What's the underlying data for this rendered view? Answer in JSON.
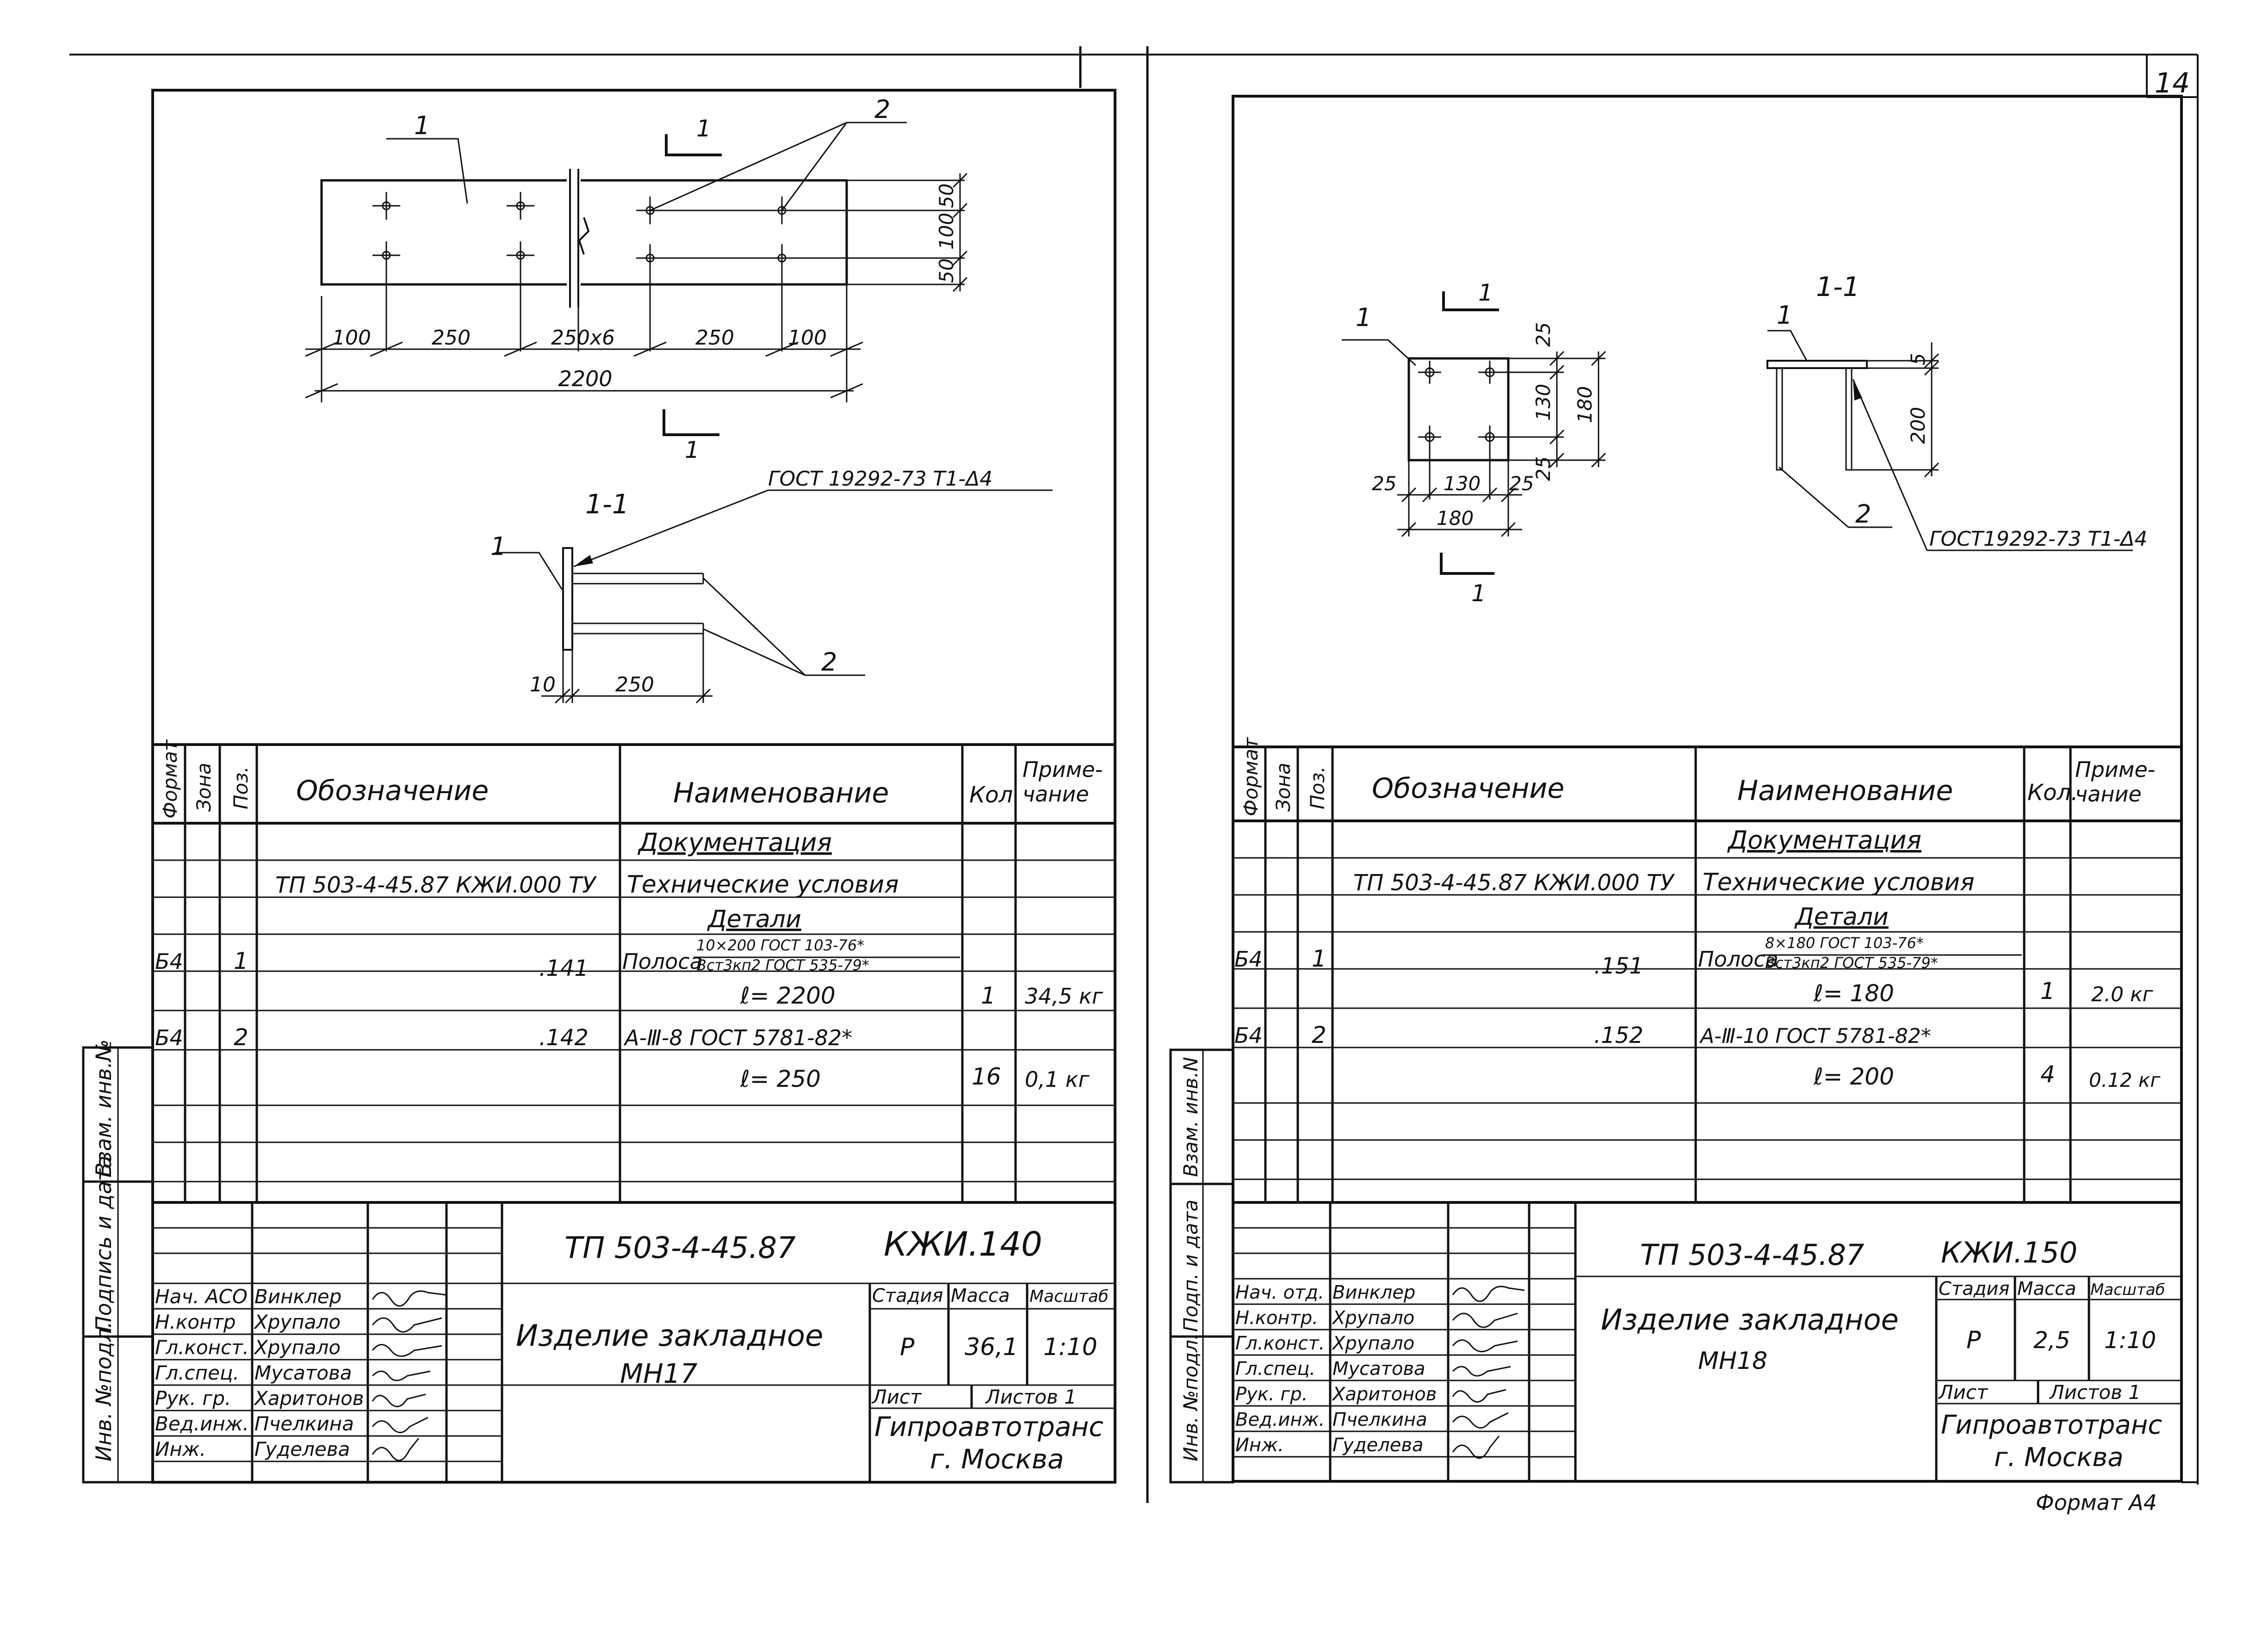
{
  "page_number": "14",
  "format_label": "Формат А4",
  "margin_labels": [
    "Инв. №подл.",
    "Подпись и дата",
    "Взам. инв.№"
  ],
  "margin_labels_right": [
    "Инв. №подл.",
    "Подп. и дата",
    "Взам. инв.N"
  ],
  "left": {
    "drawing": {
      "dims": {
        "d100a": "100",
        "d250a": "250",
        "d250x6": "250х6",
        "d250b": "250",
        "d100b": "100",
        "total": "2200",
        "v50a": "50",
        "v100": "100",
        "v50b": "50",
        "sec10": "10",
        "sec250": "250"
      },
      "marks": {
        "p1": "1",
        "p2": "2",
        "cut": "1",
        "cut2": "1",
        "sec_title": "1-1",
        "sec_p1": "1",
        "sec_p2": "2"
      },
      "weld_note": "ГОСТ 19292-73 Т1-Δ4"
    },
    "spec": {
      "headers": {
        "format": "Формат",
        "zone": "Зона",
        "pos": "Поз.",
        "designation": "Обозначение",
        "name": "Наименование",
        "qty": "Кол.",
        "note": "Приме-\nчание"
      },
      "doc_section": "Документация",
      "doc_row": {
        "designation": "ТП 503-4-45.87  КЖИ.000 ТУ",
        "name": "Технические условия"
      },
      "details_section": "Детали",
      "rows": [
        {
          "format": "Б4",
          "pos": "1",
          "designation": ".141",
          "name_prefix": "Полоса",
          "name_top": "10×200 ГОСТ 103-76*",
          "name_bottom": "Вст3кп2 ГОСТ 535-79*",
          "length": "ℓ= 2200",
          "qty": "1",
          "note": "34,5 кг"
        },
        {
          "format": "Б4",
          "pos": "2",
          "designation": ".142",
          "name": "А-Ⅲ-8  ГОСТ 5781-82*",
          "length": "ℓ= 250",
          "qty": "16",
          "note": "0,1 кг"
        }
      ]
    },
    "title_block": {
      "code": "ТП 503-4-45.87",
      "mark": "КЖИ.140",
      "product": "Изделие закладное",
      "product_sub": "МН17",
      "stage_label": "Стадия",
      "mass_label": "Масса",
      "scale_label": "Масштаб",
      "stage": "Р",
      "mass": "36,1",
      "scale": "1:10",
      "sheet_label": "Лист",
      "sheets_label": "Листов 1",
      "org": "Гипроавтотранс",
      "city": "г. Москва",
      "staff": [
        {
          "role": "Нач. АСО",
          "name": "Винклер"
        },
        {
          "role": "Н.контр",
          "name": "Хрупало"
        },
        {
          "role": "Гл.конст.",
          "name": "Хрупало"
        },
        {
          "role": "Гл.спец.",
          "name": "Мусатова"
        },
        {
          "role": "Рук. гр.",
          "name": "Харитонов"
        },
        {
          "role": "Вед.инж.",
          "name": "Пчелкина"
        },
        {
          "role": "Инж.",
          "name": "Гуделева"
        }
      ]
    }
  },
  "right": {
    "drawing": {
      "dims": {
        "d25a": "25",
        "d130": "130",
        "d25b": "25",
        "d180": "180",
        "v25": "25",
        "v130": "130",
        "v25b": "25",
        "v180": "180",
        "s5": "5",
        "s200": "200"
      },
      "marks": {
        "p1": "1",
        "cut": "1",
        "cut2": "1",
        "sec_title": "1-1",
        "sec_p1": "1",
        "sec_p2": "2"
      },
      "weld_note": "ГОСТ19292-73 Т1-Δ4"
    },
    "spec": {
      "headers": {
        "format": "Формат",
        "zone": "Зона",
        "pos": "Поз.",
        "designation": "Обозначение",
        "name": "Наименование",
        "qty": "Кол.",
        "note": "Приме-\nчание"
      },
      "doc_section": "Документация",
      "doc_row": {
        "designation": "ТП 503-4-45.87  КЖИ.000 ТУ",
        "name": "Технические условия"
      },
      "details_section": "Детали",
      "rows": [
        {
          "format": "Б4",
          "pos": "1",
          "designation": ".151",
          "name_prefix": "Полоса",
          "name_top": "8×180 ГОСТ 103-76*",
          "name_bottom": "Вст3кп2 ГОСТ 535-79*",
          "length": "ℓ= 180",
          "qty": "1",
          "note": "2.0 кг"
        },
        {
          "format": "Б4",
          "pos": "2",
          "designation": ".152",
          "name": "А-Ⅲ-10 ГОСТ 5781-82*",
          "length": "ℓ= 200",
          "qty": "4",
          "note": "0.12 кг"
        }
      ]
    },
    "title_block": {
      "code": "ТП 503-4-45.87",
      "mark": "КЖИ.150",
      "product": "Изделие закладное",
      "product_sub": "МН18",
      "stage_label": "Стадия",
      "mass_label": "Масса",
      "scale_label": "Масштаб",
      "stage": "Р",
      "mass": "2,5",
      "scale": "1:10",
      "sheet_label": "Лист",
      "sheets_label": "Листов 1",
      "org": "Гипроавтотранс",
      "city": "г. Москва",
      "staff": [
        {
          "role": "Нач. отд.",
          "name": "Винклер"
        },
        {
          "role": "Н.контр.",
          "name": "Хрупало"
        },
        {
          "role": "Гл.конст.",
          "name": "Хрупало"
        },
        {
          "role": "Гл.спец.",
          "name": "Мусатова"
        },
        {
          "role": "Рук. гр.",
          "name": "Харитонов"
        },
        {
          "role": "Вед.инж.",
          "name": "Пчелкина"
        },
        {
          "role": "Инж.",
          "name": "Гуделева"
        }
      ]
    }
  }
}
